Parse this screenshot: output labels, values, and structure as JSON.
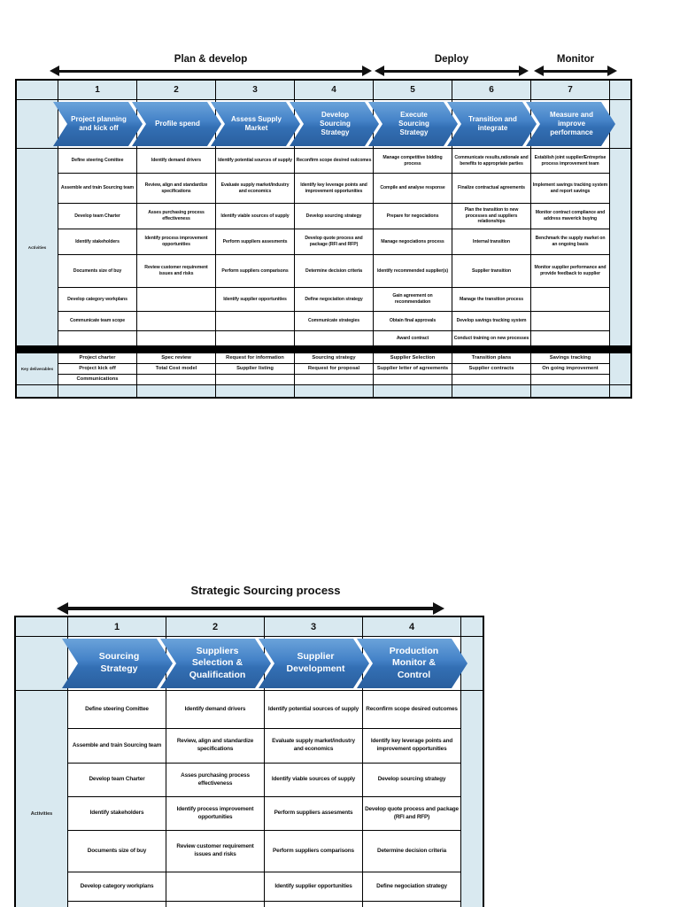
{
  "colors": {
    "cell_light_blue": "#d9e9f0",
    "chevron_blue_top": "#6ba3da",
    "chevron_blue_bottom": "#2a5f9e",
    "border_black": "#000000"
  },
  "table1": {
    "phases": [
      {
        "label": "Plan & develop",
        "span": 4
      },
      {
        "label": "Deploy",
        "span": 2
      },
      {
        "label": "Monitor",
        "span": 1
      }
    ],
    "columns": [
      "1",
      "2",
      "3",
      "4",
      "5",
      "6",
      "7"
    ],
    "chevrons": [
      "Project planning and kick off",
      "Profile spend",
      "Assess Supply Market",
      "Develop Sourcing Strategy",
      "Execute Sourcing Strategy",
      "Transition and integrate",
      "Measure and improve performance"
    ],
    "row_label_activities": "Activities",
    "row_label_deliverables": "Key deliverables",
    "activities": [
      [
        "Define steering Comittee",
        "Identify demand drivers",
        "Identify potential sources of supply",
        "Reconfirm scope desired outcomes",
        "Manage competitive bidding process",
        "Communicate results,rationale and benefits to appropriate parties",
        "Establish joint supplier/Entreprise process improvement team"
      ],
      [
        "Assemble and train Sourcing team",
        "Review, align and standardize specifications",
        "Evaluate supply market/industry and economics",
        "Identify key leverage points and improvement opportunities",
        "Compile and analyse response",
        "Finalize contractual agreements",
        "Implement savings tracking system and report savings"
      ],
      [
        "Develop team Charter",
        "Asses purchasing process effectiveness",
        "Identify viable sources of supply",
        "Develop sourcing strategy",
        "Prepare for negociations",
        "Plan the transition to new processes and suppliers relationships",
        "Monitor contract compliance and address maverick buying"
      ],
      [
        "Identify stakeholders",
        "Identify process improvement opportunities",
        "Perform suppliers assesments",
        "Develop quote process and package (RFI and RFP)",
        "Manage negociations process",
        "Internal transition",
        "Benchmark the supply market on an ongoing basis"
      ],
      [
        "Documents size of buy",
        "Review customer requirement issues and risks",
        "Perform suppliers comparisons",
        "Determine decision criteria",
        "Identify recommended supplier(s)",
        "Supplier transition",
        "Monitor supplier performance and provide feedback to supplier"
      ],
      [
        "Develop category workplans",
        "",
        "Identify supplier opportunities",
        "Define negociation strategy",
        "Gain agreement on recommendation",
        "Manage the transition process",
        ""
      ],
      [
        "Communicate team scope",
        "",
        "",
        "Communicate strategies",
        "Obtain final approvals",
        "Develop savings tracking system",
        ""
      ],
      [
        "",
        "",
        "",
        "",
        "Award contract",
        "Conduct training on new processes",
        ""
      ]
    ],
    "deliverables": [
      [
        "Project charter",
        "Spec review",
        "Request for information",
        "Sourcing strategy",
        "Supplier Selection",
        "Transition plans",
        "Savings tracking"
      ],
      [
        "Project kick off",
        "Total Cost model",
        "Supplier listing",
        "Request for proposal",
        "Supplier letter of agreements",
        "Supplier contracts",
        "On going improvement"
      ],
      [
        "Communications",
        "",
        "",
        "",
        "",
        "",
        ""
      ]
    ]
  },
  "table2": {
    "title": "Strategic Sourcing process",
    "columns": [
      "1",
      "2",
      "3",
      "4"
    ],
    "chevrons": [
      "Sourcing Strategy",
      "Suppliers Selection & Qualification",
      "Supplier Development",
      "Production Monitor & Control"
    ],
    "row_label_activities": "Activities",
    "activities": [
      [
        "Define steering Comittee",
        "Identify demand drivers",
        "Identify potential sources of supply",
        "Reconfirm scope desired outcomes"
      ],
      [
        "Assemble and train Sourcing team",
        "Review, align and standardize specifications",
        "Evaluate supply market/industry and economics",
        "Identify key leverage points and improvement opportunities"
      ],
      [
        "Develop team Charter",
        "Asses purchasing process effectiveness",
        "Identify viable sources of supply",
        "Develop sourcing strategy"
      ],
      [
        "Identify stakeholders",
        "Identify process improvement opportunities",
        "Perform suppliers assesments",
        "Develop quote process and package (RFI and RFP)"
      ],
      [
        "Documents size of buy",
        "Review customer requirement issues and risks",
        "Perform suppliers comparisons",
        "Determine decision criteria"
      ],
      [
        "Develop category workplans",
        "",
        "Identify supplier opportunities",
        "Define negociation strategy"
      ],
      [
        "",
        "",
        "",
        ""
      ]
    ]
  }
}
